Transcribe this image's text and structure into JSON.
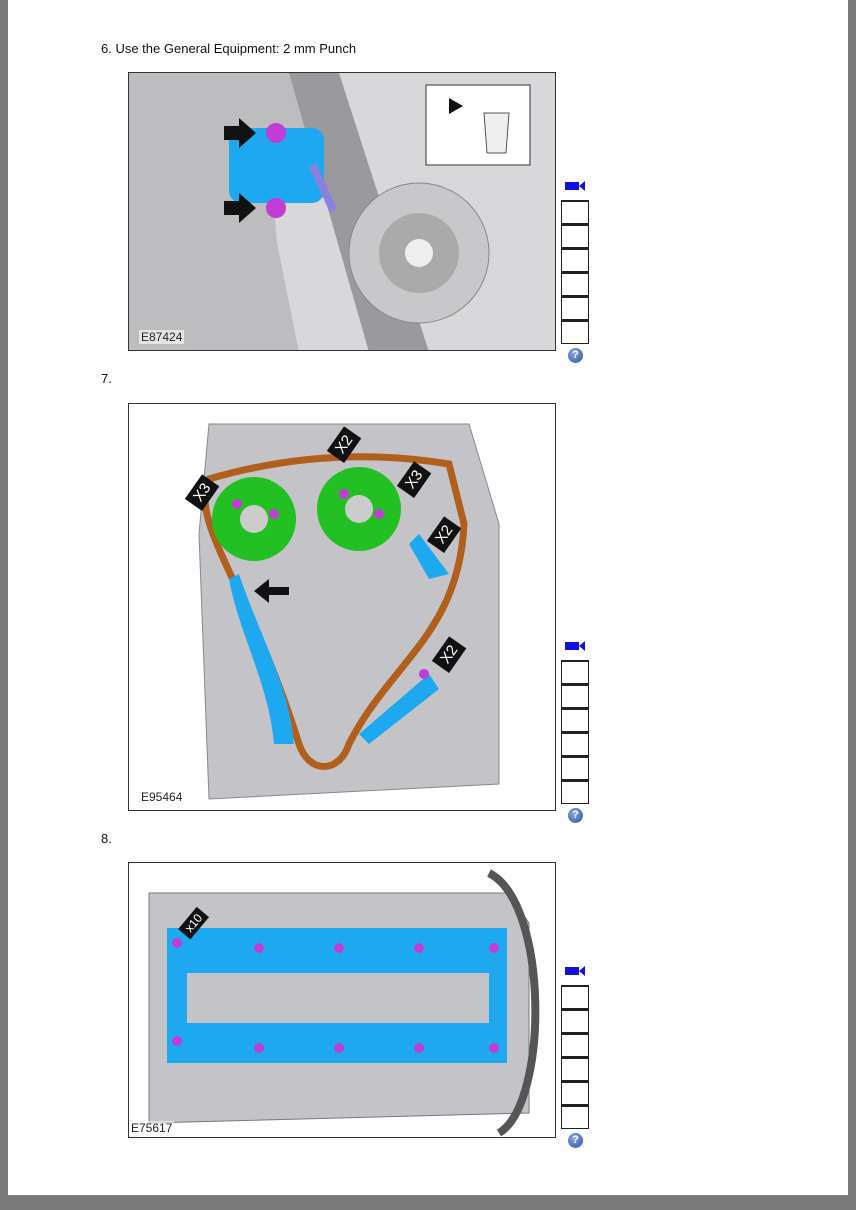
{
  "steps": [
    {
      "label": "6. Use the General Equipment: 2 mm Punch",
      "figure_id": "E87424"
    },
    {
      "label": "7.",
      "figure_id": "E95464",
      "callouts": [
        "X3",
        "X2",
        "X3",
        "X2",
        "X2"
      ]
    },
    {
      "label": "8.",
      "figure_id": "E75617",
      "callouts": [
        "x10"
      ]
    }
  ],
  "side_icons": {
    "camera": "video-camera-icon",
    "help": "?"
  },
  "colors": {
    "part_blue": "#1ea8f0",
    "bolt_magenta": "#c23cd6",
    "gear_green": "#22c022",
    "chain_brown": "#b0601c",
    "icon_blue": "#1010e0"
  }
}
